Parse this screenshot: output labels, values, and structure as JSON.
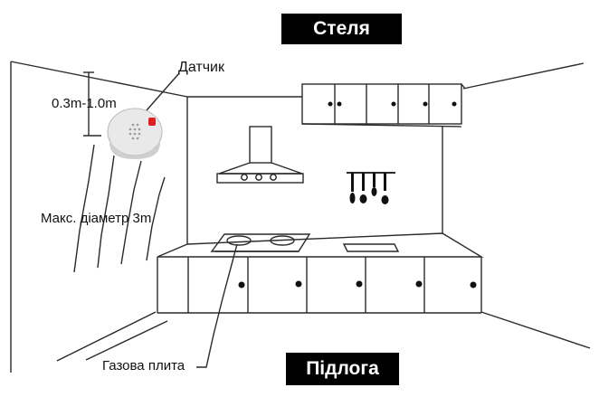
{
  "labels": {
    "ceiling": "Стеля",
    "floor": "Підлога",
    "sensor": "Датчик",
    "mount_height": "0.3m-1.0m",
    "max_diameter": "Макс. діаметр 3m",
    "gas_stove": "Газова плита"
  },
  "colors": {
    "line": "#2a2a2a",
    "label_background": "#000000",
    "label_text": "#ffffff",
    "sensor_indicator": "#e02020"
  },
  "icons": [
    "smoke-sensor-icon",
    "range-hood-icon",
    "utensil-rack-icon",
    "gas-stove-icon",
    "sink-icon"
  ]
}
